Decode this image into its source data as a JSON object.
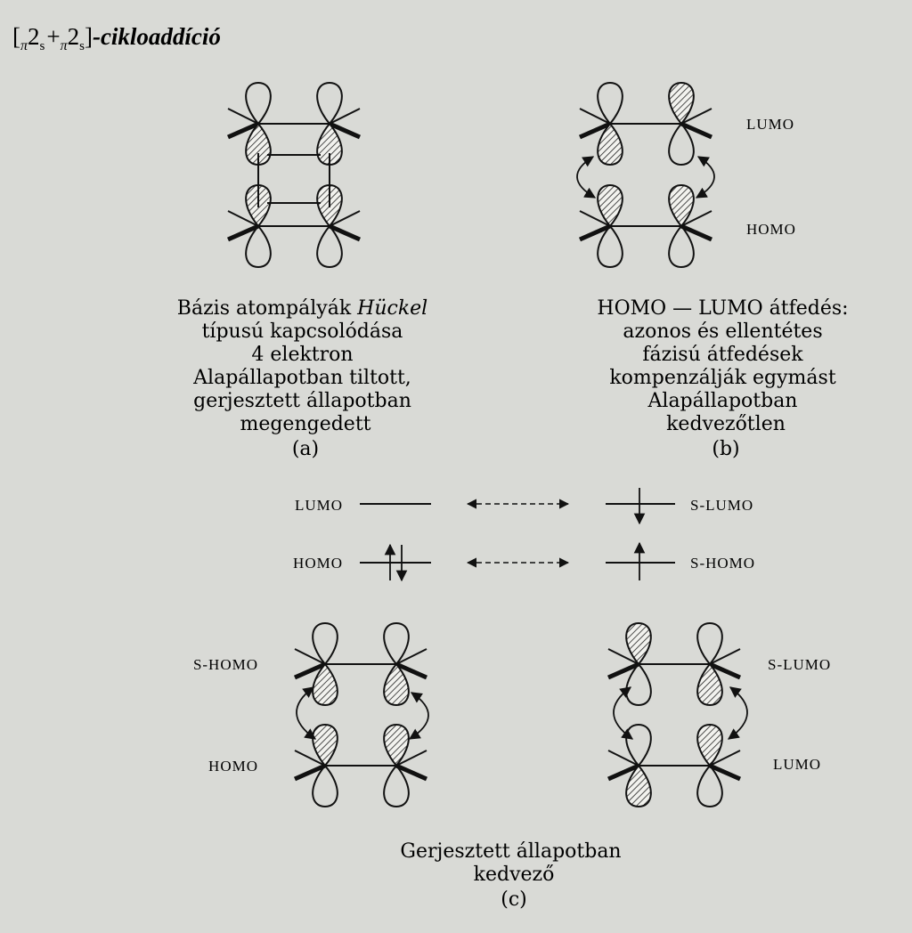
{
  "title": {
    "subscript": "π",
    "digit": "2",
    "s": "s",
    "plus": "+",
    "suffix": "-cikloaddíció"
  },
  "panel_a": {
    "caption_lines": [
      [
        "Bázis atompályák ",
        "Hückel"
      ],
      [
        "típusú kapcsolódása"
      ],
      [
        "4 elektron"
      ],
      [
        "Alapállapotban tiltott,"
      ],
      [
        "gerjesztett állapotban"
      ],
      [
        "megengedett"
      ]
    ],
    "tag": "(a)"
  },
  "panel_b": {
    "lumo_label": "LUMO",
    "homo_label": "HOMO",
    "caption_lines": [
      "HOMO — LUMO átfedés:",
      "azonos és ellentétes",
      "fázisú átfedések",
      "kompenzálják egymást",
      "Alapállapotban",
      "kedvezőtlen"
    ],
    "tag": "(b)"
  },
  "energy": {
    "lumo_label": "LUMO",
    "homo_label": "HOMO",
    "s_lumo_label": "S-LUMO",
    "s_homo_label": "S-HOMO"
  },
  "panel_c": {
    "left_top_label": "S-HOMO",
    "left_bottom_label": "HOMO",
    "right_top_label": "S-LUMO",
    "right_bottom_label": "LUMO",
    "caption_lines": [
      "Gerjesztett állapotban",
      "kedvező"
    ],
    "tag": "(c)"
  }
}
